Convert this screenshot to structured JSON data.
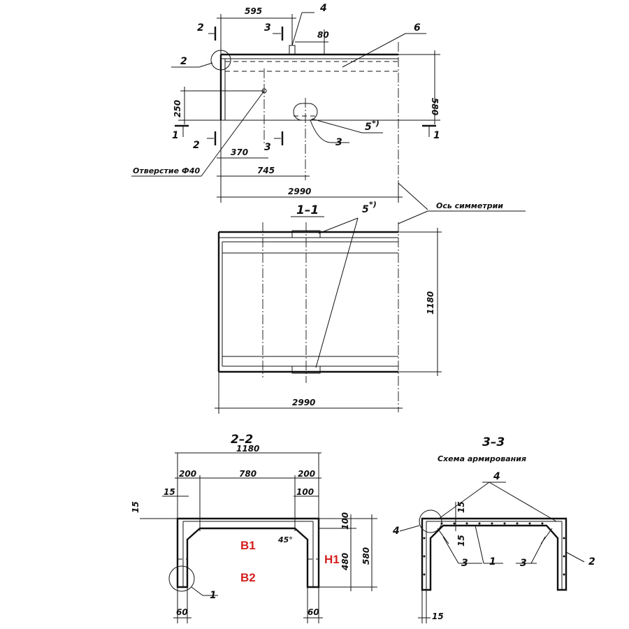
{
  "plan_view": {
    "dims": {
      "d595": "595",
      "d80": "80",
      "d580": "580",
      "d250": "250",
      "d370": "370",
      "d745": "745",
      "d2990": "2990"
    },
    "callouts": {
      "c4": "4",
      "c6": "6",
      "c2": "2",
      "c3": "3",
      "c5": "5",
      "c5_mark": "*)",
      "sec1": "1",
      "sec2": "2",
      "sec3": "3"
    },
    "hole_label": "Отверстие Ф40",
    "axis_label": "Ось симметрии"
  },
  "section_1_1": {
    "title": "1–1",
    "callouts": {
      "c5": "5",
      "c5_mark": "*)"
    },
    "dims": {
      "d1180": "1180",
      "d2990": "2990"
    }
  },
  "section_2_2": {
    "title": "2–2",
    "dims": {
      "d1180": "1180",
      "d200a": "200",
      "d780": "780",
      "d200b": "200",
      "d15a": "15",
      "d15b": "15",
      "d100a": "100",
      "d100b": "100",
      "d480": "480",
      "d580": "580",
      "d60a": "60",
      "d60b": "60",
      "angle": "45°"
    },
    "callouts": {
      "c1": "1"
    },
    "labels": {
      "b1": "B1",
      "b2": "B2",
      "h1": "H1"
    }
  },
  "section_3_3": {
    "title": "3–3",
    "subtitle": "Схема   армирования",
    "callouts": {
      "c4a": "4",
      "c4b": "4",
      "c3a": "3",
      "c1": "1",
      "c3b": "3",
      "c2": "2"
    },
    "dims": {
      "d15a": "15",
      "d15b": "15",
      "d15c": "15"
    }
  }
}
